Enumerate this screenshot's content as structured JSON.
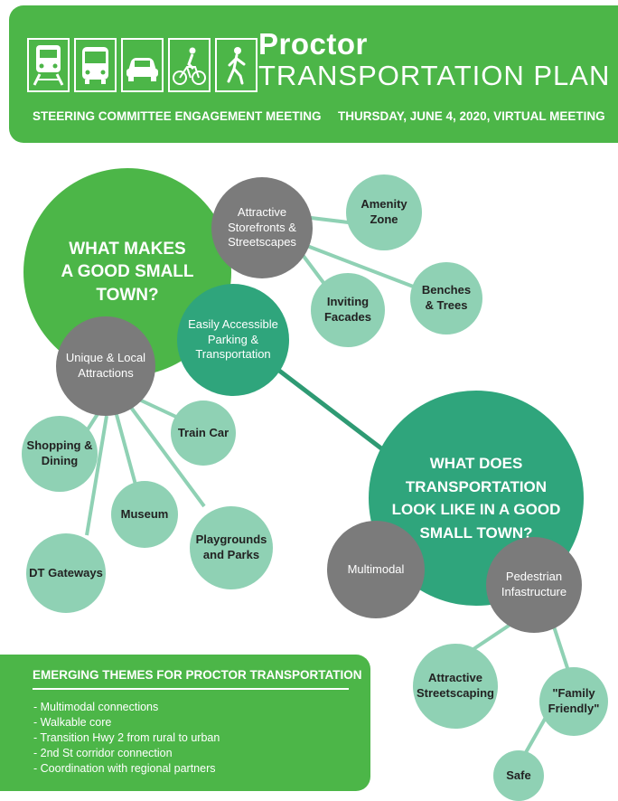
{
  "header": {
    "title_line1": "Proctor",
    "title_line2": "TRANSPORTATION PLAN",
    "meeting": "STEERING COMMITTEE ENGAGEMENT MEETING",
    "date": "THURSDAY, JUNE 4, 2020, VIRTUAL MEETING",
    "icons": [
      "train-icon",
      "bus-icon",
      "car-icon",
      "bicycle-icon",
      "pedestrian-icon"
    ]
  },
  "colors": {
    "green": "#4CB648",
    "teal": "#2FA57C",
    "gray": "#7B7B7B",
    "mint": "#8FD1B4",
    "connector": "#8FD1B4",
    "connector_dark": "#2E9A73"
  },
  "bubbles": {
    "good_small_town": "WHAT MAKES\nA GOOD SMALL\nTOWN?",
    "attractive_storefronts": "Attractive\nStorefronts &\nStreetscapes",
    "amenity_zone": "Amenity\nZone",
    "benches_trees": "Benches\n& Trees",
    "inviting_facades": "Inviting\nFacades",
    "accessible_parking": "Easily Accessible\nParking &\nTransportation",
    "unique_local": "Unique & Local\nAttractions",
    "train_car": "Train Car",
    "shopping_dining": "Shopping &\nDining",
    "museum": "Museum",
    "playgrounds_parks": "Playgrounds\nand Parks",
    "dt_gateways": "DT Gateways",
    "transportation_question": "WHAT DOES\nTRANSPORTATION\nLOOK LIKE IN A GOOD\nSMALL TOWN?",
    "multimodal": "Multimodal",
    "pedestrian_infrastructure": "Pedestrian\nInfastructure",
    "attractive_streetscaping": "Attractive\nStreetscaping",
    "family_friendly": "\"Family\nFriendly\"",
    "safe": "Safe"
  },
  "themes": {
    "title": "EMERGING THEMES FOR PROCTOR TRANSPORTATION",
    "items": [
      "- Multimodal connections",
      "- Walkable core",
      "- Transition Hwy 2 from rural to urban",
      "- 2nd St corridor connection",
      "- Coordination with regional partners"
    ]
  }
}
